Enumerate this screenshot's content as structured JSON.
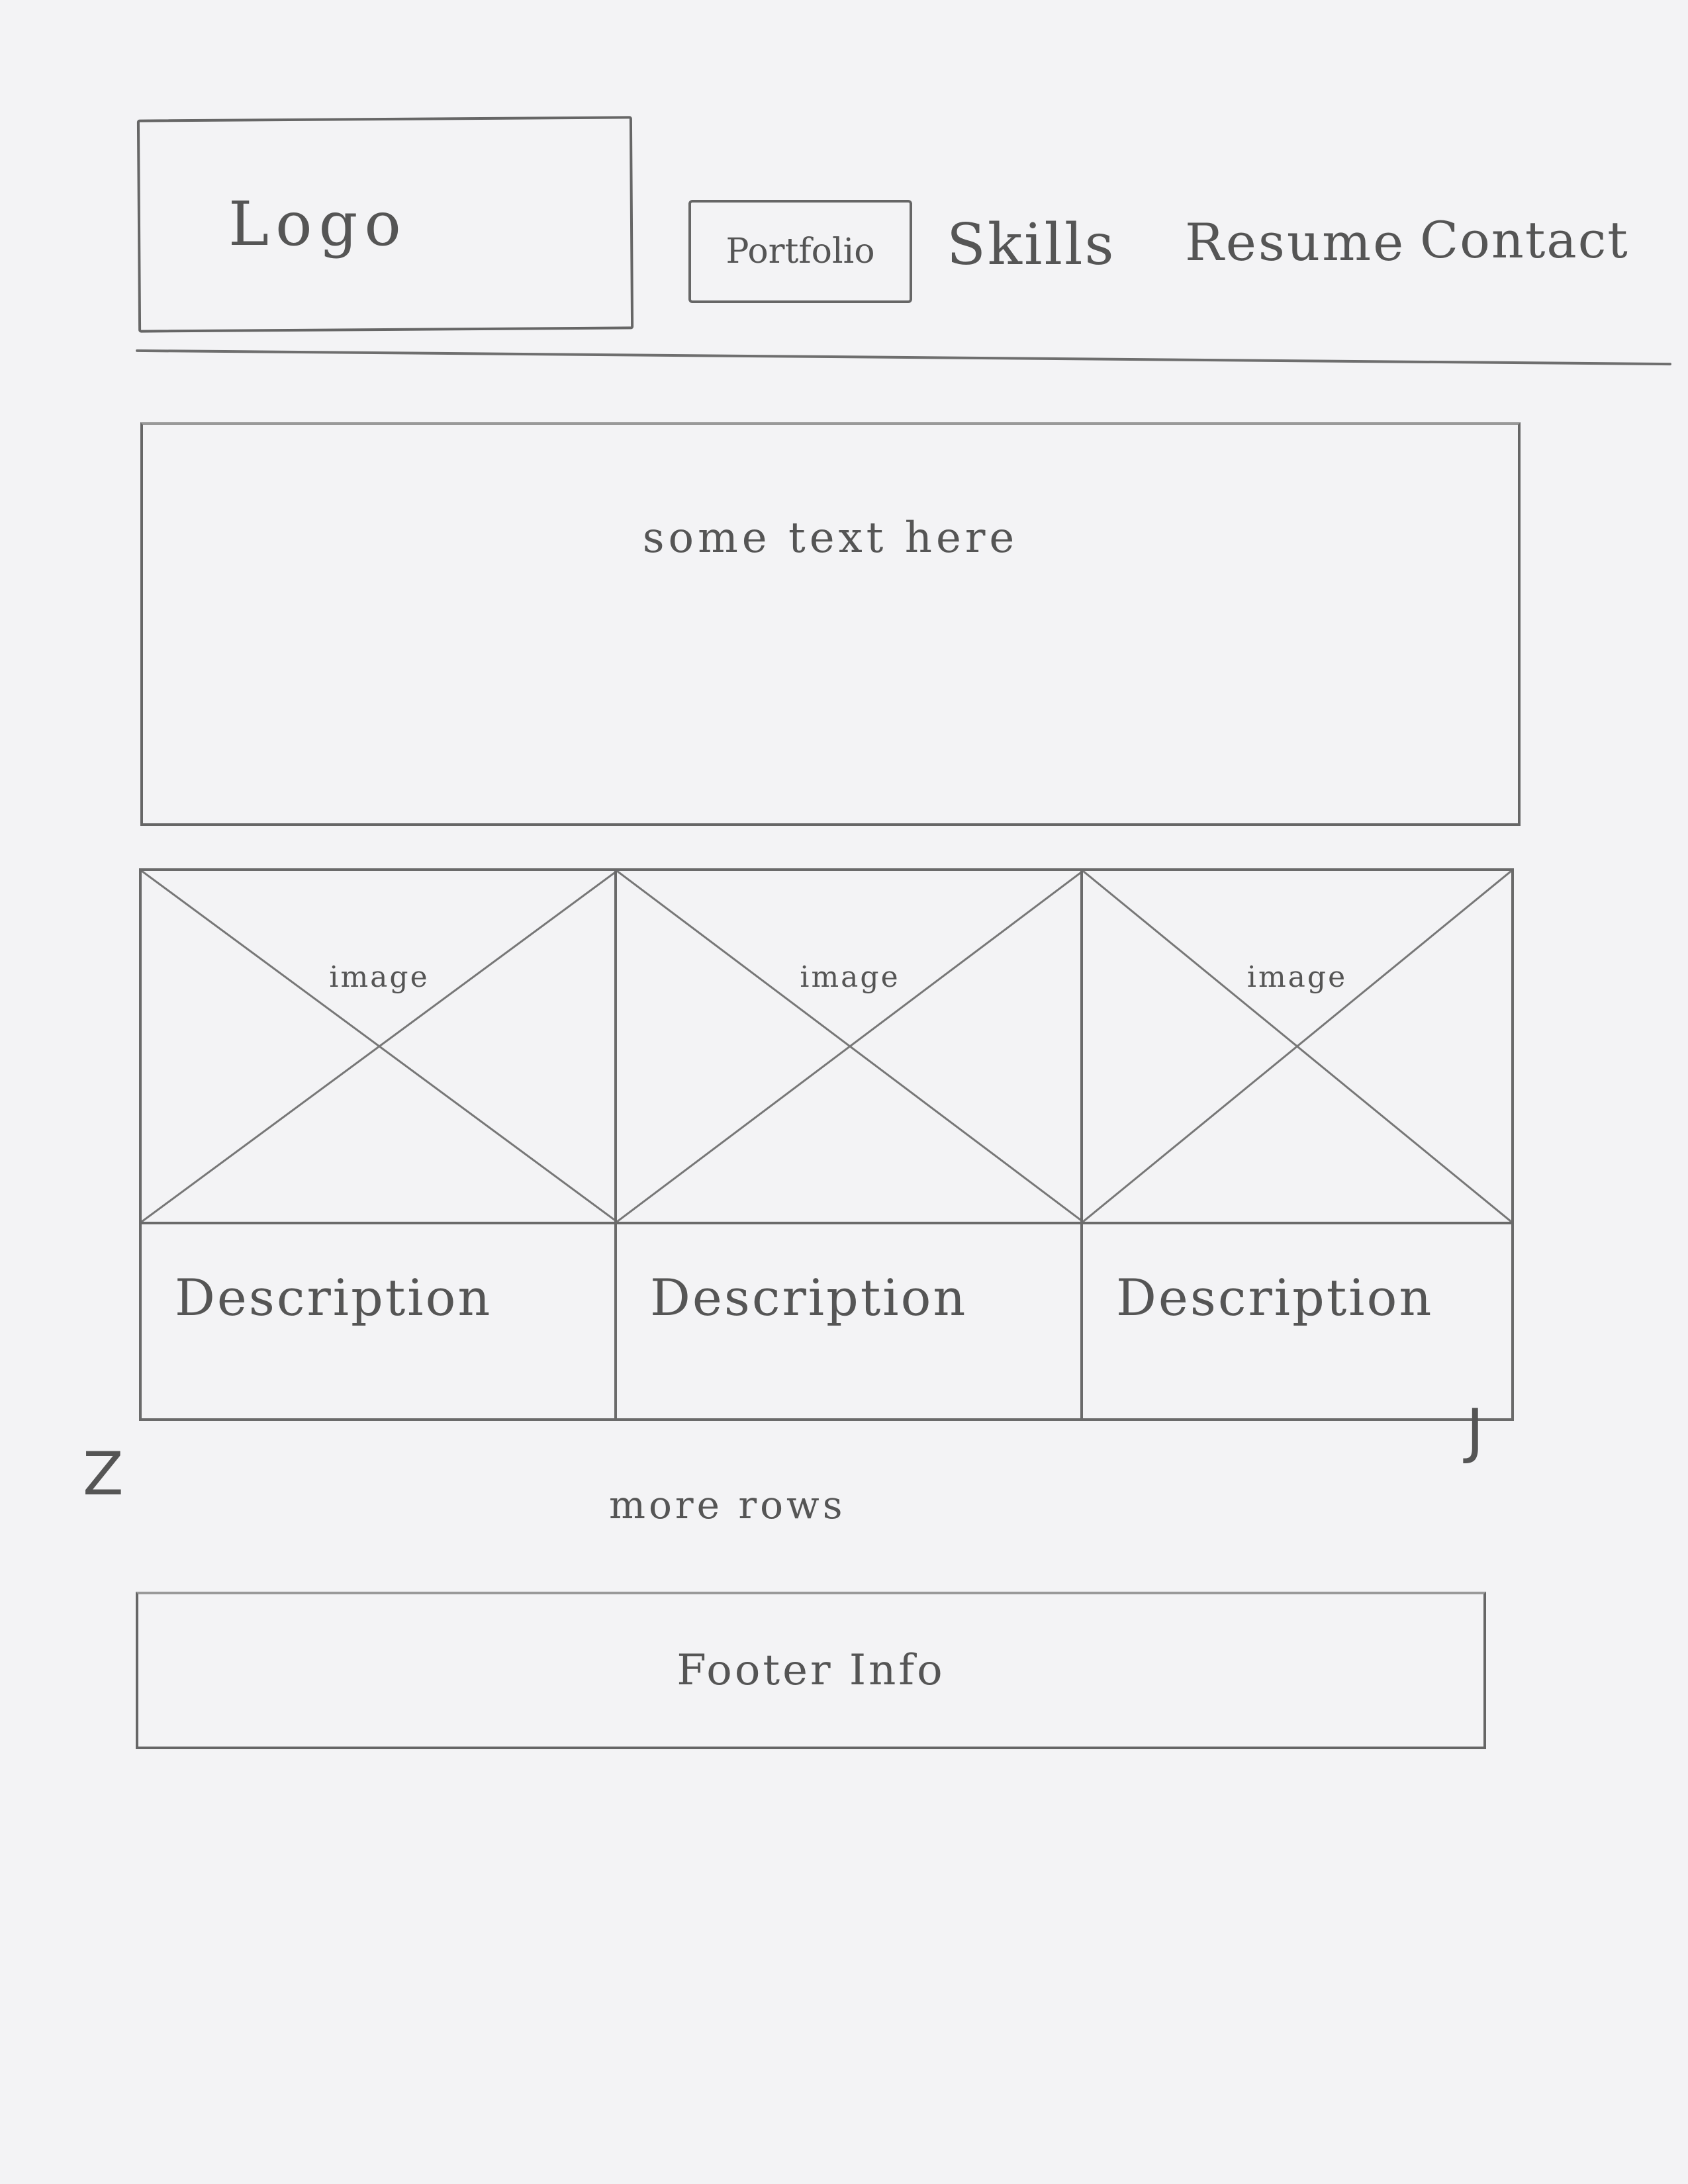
{
  "header": {
    "logo_label": "Logo",
    "nav": {
      "portfolio": "Portfolio",
      "skills": "Skills",
      "resume": "Resume",
      "contact": "Contact"
    }
  },
  "hero": {
    "text": "some text here"
  },
  "cards": [
    {
      "image_label": "image",
      "description": "Description"
    },
    {
      "image_label": "image",
      "description": "Description"
    },
    {
      "image_label": "image",
      "description": "Description"
    }
  ],
  "more_rows": {
    "text": "more rows",
    "bracket_left": "Z",
    "bracket_right": "J"
  },
  "footer": {
    "text": "Footer Info"
  }
}
